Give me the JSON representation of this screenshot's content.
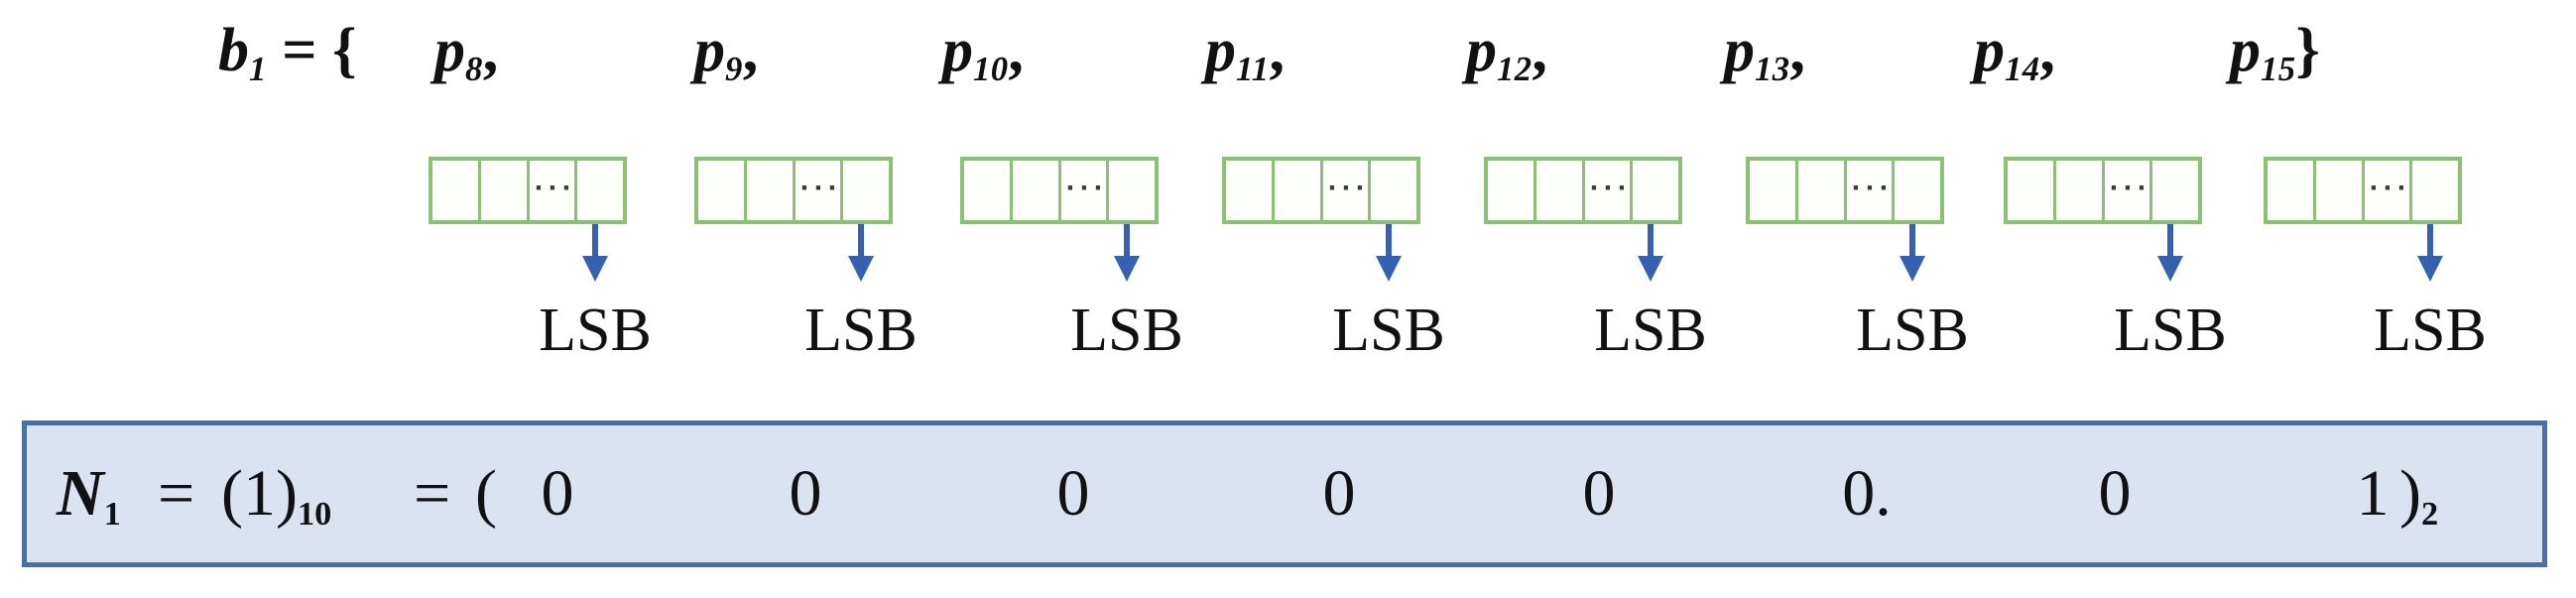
{
  "diagram": {
    "title": "LSB bit-embedding of N1 across packets p8..p15",
    "colors": {
      "packet_border": "#8bc173",
      "arrow": "#3660b0",
      "result_border": "#4a6fa5",
      "result_fill": "#dbe3f1",
      "text": "#111111"
    }
  },
  "set_row": {
    "label": "b",
    "label_sub": "1",
    "equals": "=",
    "open_brace": "{",
    "close_brace": "}",
    "tokens": [
      {
        "name": "p",
        "sub": "8",
        "sep": ","
      },
      {
        "name": "p",
        "sub": "9",
        "sep": ","
      },
      {
        "name": "p",
        "sub": "10",
        "sep": ","
      },
      {
        "name": "p",
        "sub": "11",
        "sep": ","
      },
      {
        "name": "p",
        "sub": "12",
        "sep": ","
      },
      {
        "name": "p",
        "sub": "13",
        "sep": ","
      },
      {
        "name": "p",
        "sub": "14",
        "sep": ","
      },
      {
        "name": "p",
        "sub": "15",
        "sep": ""
      }
    ],
    "first_token_text": "b",
    "head_text": "b"
  },
  "packets": {
    "count": 8,
    "cells_per_packet": 4,
    "ellipsis_cell_index": 2,
    "ellipsis": "···"
  },
  "arrows": {
    "count": 8,
    "direction": "down"
  },
  "lsb_row": {
    "labels": [
      "LSB",
      "LSB",
      "LSB",
      "LSB",
      "LSB",
      "LSB",
      "LSB",
      "LSB"
    ]
  },
  "result": {
    "symbol": "N",
    "symbol_sub": "1",
    "eq1": "=",
    "decimal_open": "(",
    "decimal_value": "1",
    "decimal_close": ")",
    "decimal_base": "10",
    "eq2": "=",
    "binary_open": "(",
    "binary_close": ")",
    "binary_base": "2",
    "bits": [
      "0",
      "0",
      "0",
      "0",
      "0",
      "0.",
      "0",
      "1"
    ],
    "full_text": "N1 = (1)10 = ( 0 0 0 0 0 0. 0 1 )2"
  }
}
